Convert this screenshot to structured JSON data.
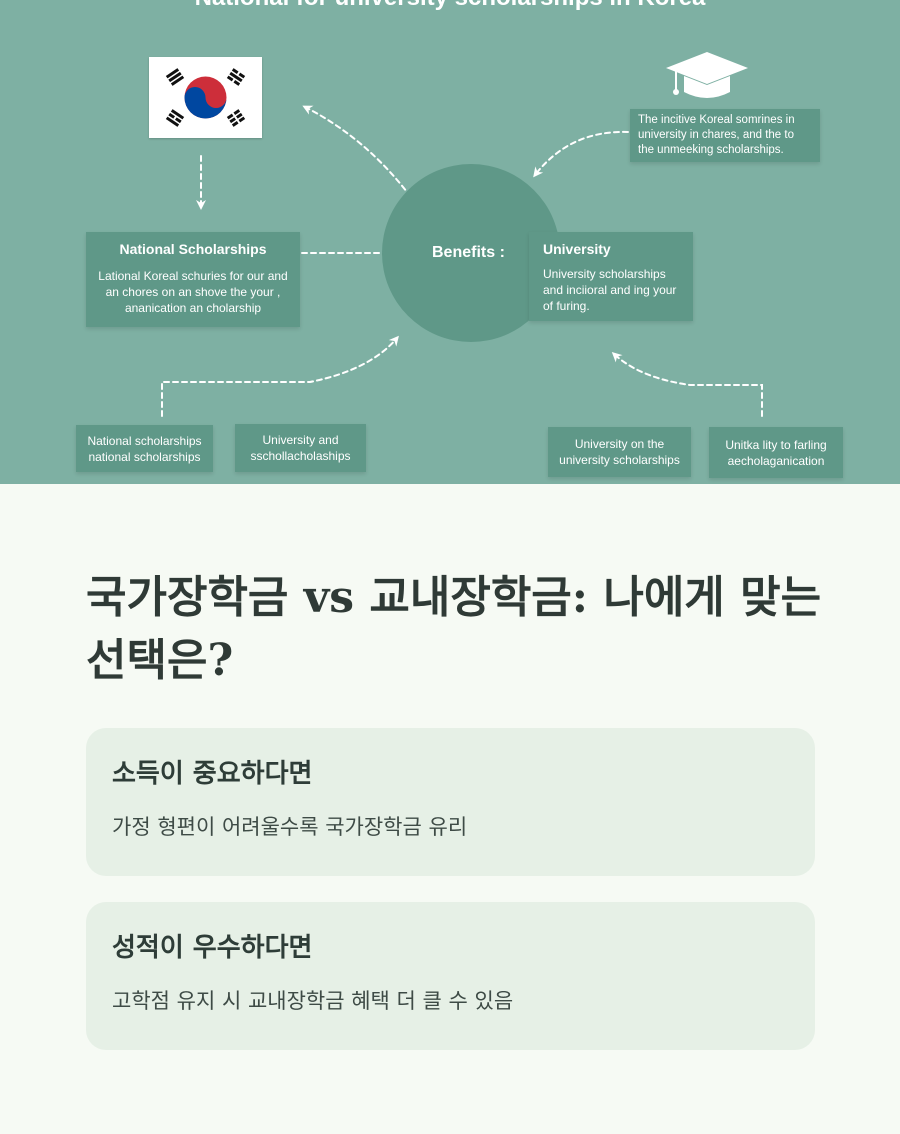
{
  "illustration": {
    "title": "National for university scholarships in Korea",
    "center_label": "Benefits :",
    "national_box": {
      "title": "National Scholarships",
      "body": "Lational Koreal schuries for our and an chores on an shove the your , ananication an cholarship"
    },
    "university_box": {
      "title": "University",
      "body": "University scholarships and inciioral and ing your of furing."
    },
    "top_right_box": {
      "body": "The incitive Koreal somrines in university in chares, and the to the unmeeking scholarships."
    },
    "bottom_boxes": [
      {
        "text": "National scholarships national scholarships"
      },
      {
        "text": "University and sschollacholaships"
      },
      {
        "text": "University on the university scholarships"
      },
      {
        "text": "Unitka lity to farling aecholaganication"
      }
    ],
    "icons": [
      "south-korea-flag-icon",
      "graduation-cap-icon"
    ],
    "colors": {
      "background": "#7eb0a3",
      "box": "#5f9888",
      "text": "#ffffff"
    }
  },
  "article": {
    "headline": "국가장학금 vs 교내장학금: 나에게 맞는 선택은?",
    "cards": [
      {
        "title": "소득이 중요하다면",
        "body": "가정 형편이 어려울수록 국가장학금 유리"
      },
      {
        "title": "성적이 우수하다면",
        "body": "고학점 유지 시 교내장학금 혜택 더 클 수 있음"
      }
    ],
    "colors": {
      "page_background": "#f6faf4",
      "card_background": "#e6f0e6",
      "heading": "#2f3a36"
    }
  }
}
